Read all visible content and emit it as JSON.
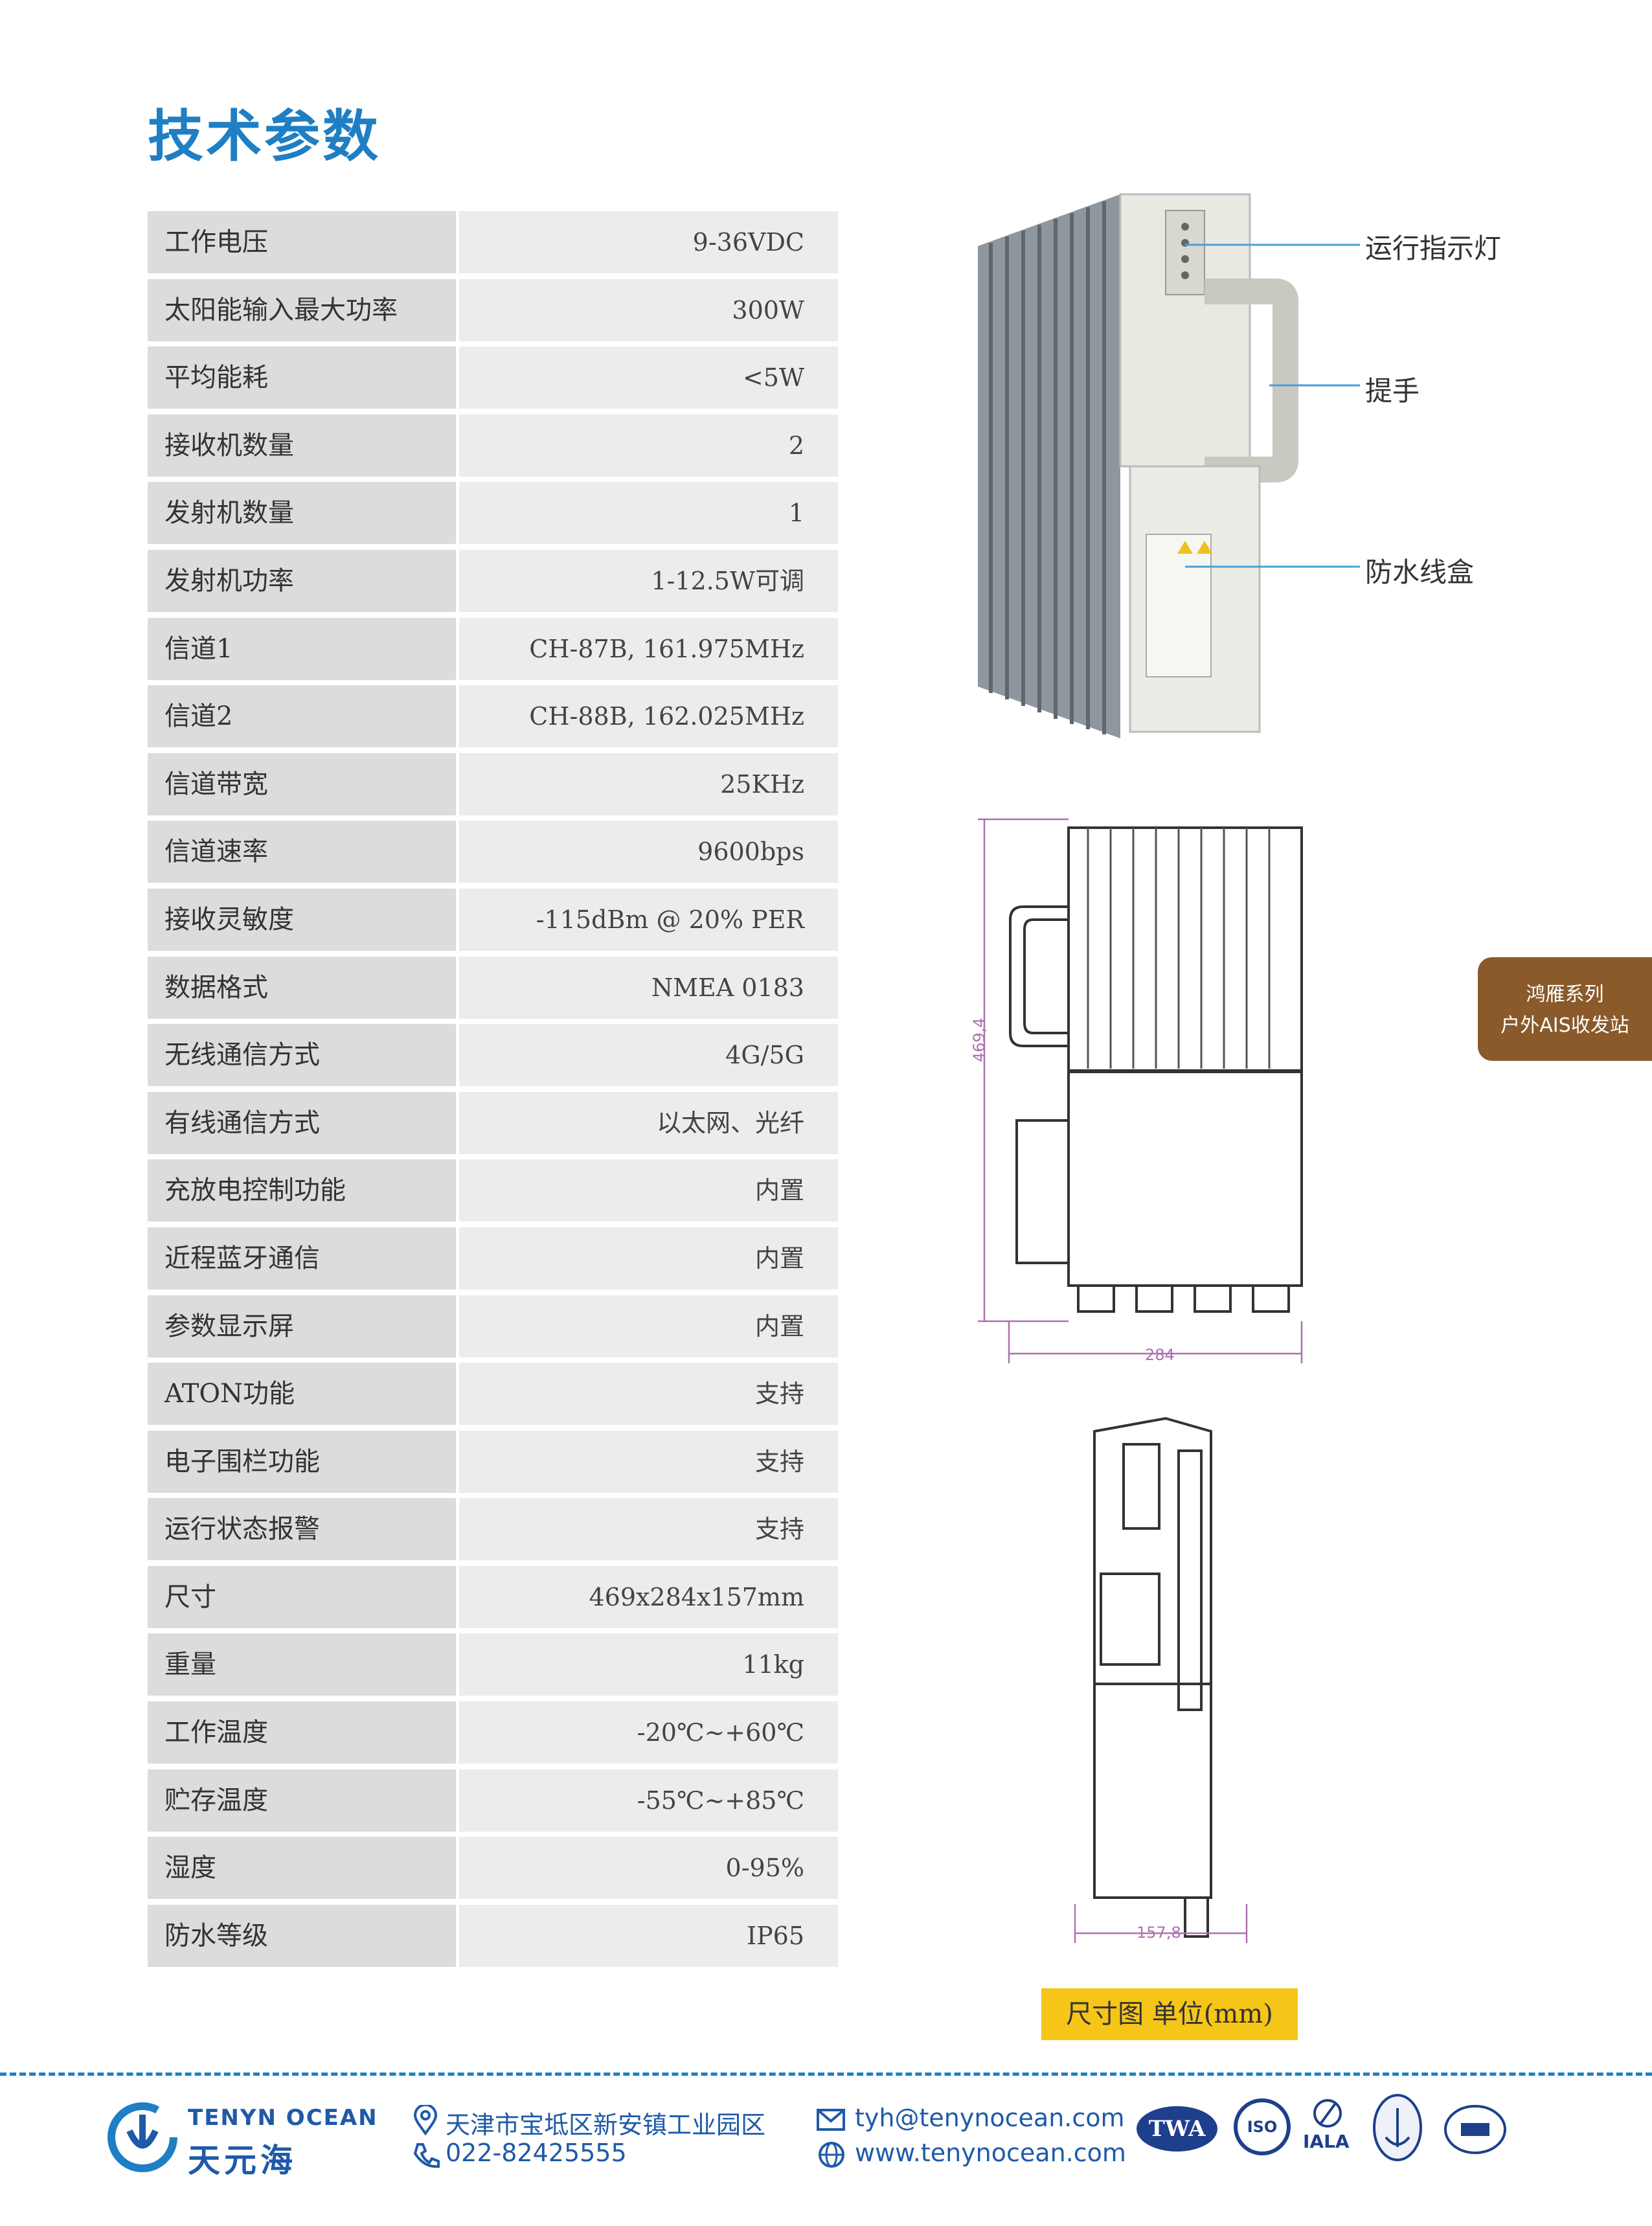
{
  "page_title": "技术参数",
  "specs": [
    {
      "label": "工作电压",
      "value": "9-36VDC"
    },
    {
      "label": "太阳能输入最大功率",
      "value": "300W"
    },
    {
      "label": "平均能耗",
      "value": "<5W"
    },
    {
      "label": "接收机数量",
      "value": "2"
    },
    {
      "label": "发射机数量",
      "value": "1"
    },
    {
      "label": "发射机功率",
      "value": "1-12.5W可调"
    },
    {
      "label": "信道1",
      "value": "CH-87B, 161.975MHz"
    },
    {
      "label": "信道2",
      "value": "CH-88B, 162.025MHz"
    },
    {
      "label": "信道带宽",
      "value": "25KHz"
    },
    {
      "label": "信道速率",
      "value": "9600bps"
    },
    {
      "label": "接收灵敏度",
      "value": "-115dBm @ 20% PER"
    },
    {
      "label": "数据格式",
      "value": "NMEA 0183"
    },
    {
      "label": "无线通信方式",
      "value": "4G/5G"
    },
    {
      "label": "有线通信方式",
      "value": "以太网、光纤"
    },
    {
      "label": "充放电控制功能",
      "value": "内置"
    },
    {
      "label": "近程蓝牙通信",
      "value": "内置"
    },
    {
      "label": "参数显示屏",
      "value": "内置"
    },
    {
      "label": "ATON功能",
      "value": "支持"
    },
    {
      "label": "电子围栏功能",
      "value": "支持"
    },
    {
      "label": "运行状态报警",
      "value": "支持"
    },
    {
      "label": "尺寸",
      "value": "469x284x157mm"
    },
    {
      "label": "重量",
      "value": "11kg"
    },
    {
      "label": "工作温度",
      "value": "-20℃~+60℃"
    },
    {
      "label": "贮存温度",
      "value": "-55℃~+85℃"
    },
    {
      "label": "湿度",
      "value": "0-95%"
    },
    {
      "label": "防水等级",
      "value": "IP65"
    }
  ],
  "callouts": {
    "indicator": "运行指示灯",
    "handle": "提手",
    "junction_box": "防水线盒"
  },
  "dimensions": {
    "height": "469,4",
    "width": "284",
    "depth": "157,8",
    "caption": "尺寸图 单位(mm)"
  },
  "side_tab": {
    "line1": "鸿雁系列",
    "line2": "户外AIS收发站"
  },
  "footer": {
    "brand_en": "TENYN OCEAN",
    "brand_cn": "天元海",
    "address": "天津市宝坻区新安镇工业园区",
    "phone": "022-82425555",
    "email": "tyh@tenynocean.com",
    "website": "www.tenynocean.com",
    "logo_twa": "TWA",
    "logo_iso": "ISO",
    "logo_iala": "IALA"
  },
  "colors": {
    "accent_blue": "#1e7fc4",
    "side_tab_brown": "#8a5a2b",
    "caption_yellow": "#f5c518",
    "dimension_purple": "#b070b0"
  }
}
